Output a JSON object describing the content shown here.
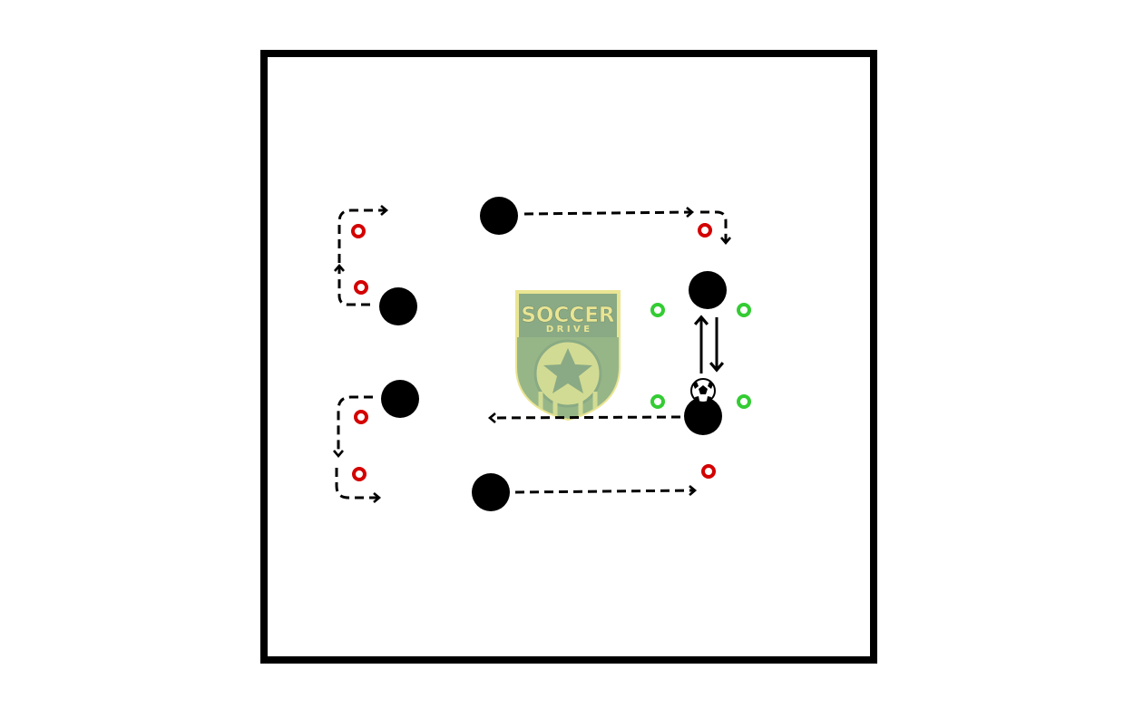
{
  "diagram": {
    "background_color": "#ffffff",
    "field_line_color": "#000000",
    "player_color": "#000000",
    "cone_colors": {
      "red": "#d40000",
      "green": "#33cc33"
    },
    "pass_arrows": 2,
    "run_arrows": 6
  },
  "logo": {
    "word1": "SOCCER",
    "word2": "D R I V E",
    "shield_color": "#7fa37a",
    "outline_color": "#e9e38a"
  },
  "icons": {
    "ball": "soccer-ball-icon",
    "player": "player-marker-icon",
    "cone": "cone-marker-icon"
  }
}
